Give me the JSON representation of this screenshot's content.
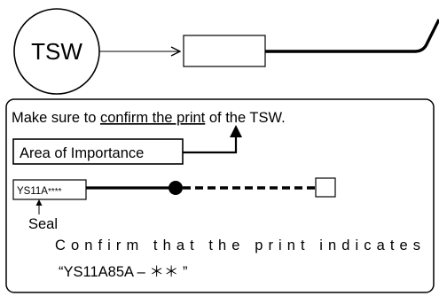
{
  "top": {
    "circle_label": "TSW"
  },
  "instruction": {
    "before": "Make sure to ",
    "underlined": "confirm the print",
    "after": " of the TSW."
  },
  "importance_box": {
    "label": "Area of Importance"
  },
  "tag": {
    "code": "YS11A",
    "mask": "****"
  },
  "seal": {
    "label": "Seal"
  },
  "confirm": {
    "line1": "Confirm that the print indicates",
    "line2": "“YS11A85A – ＊＊ ”"
  },
  "colors": {
    "stroke": "#000000",
    "background": "#ffffff"
  }
}
